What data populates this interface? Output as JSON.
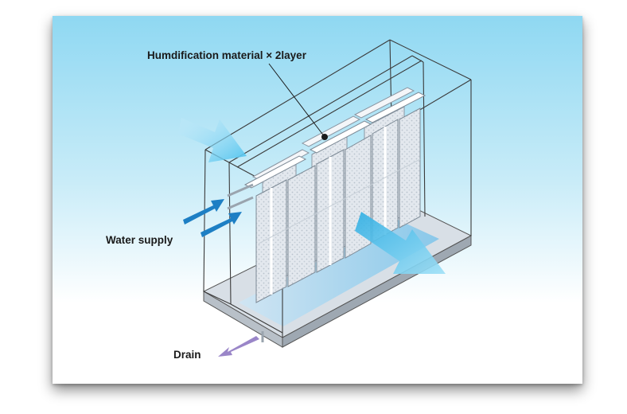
{
  "labels": {
    "humidification": "Humdification material × 2layer",
    "water_supply": "Water supply",
    "drain": "Drain"
  },
  "colors": {
    "airflow": "#5ccaf0",
    "water": "#1d7fc4",
    "drain": "#9a86c8",
    "frame_line": "#3a3a3a",
    "panel": "#e9edf2"
  },
  "icons": [
    "airflow-in-arrow",
    "airflow-out-arrow",
    "water-supply-arrow",
    "drain-arrow"
  ]
}
